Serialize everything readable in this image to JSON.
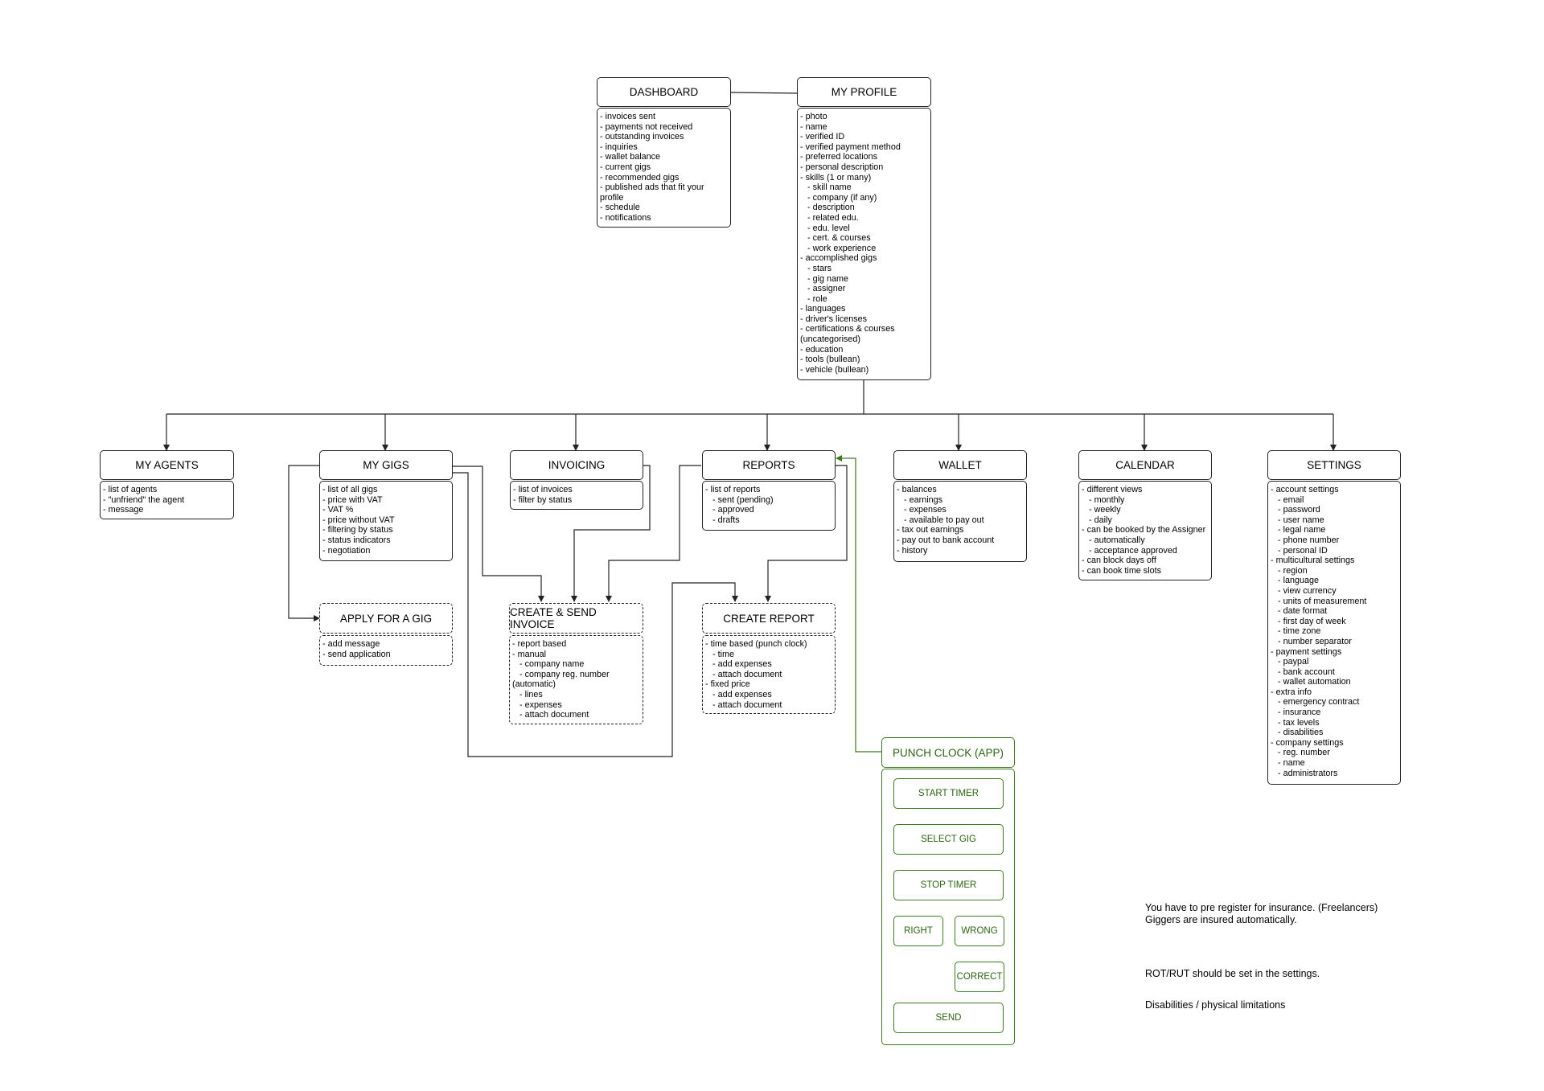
{
  "nodes": {
    "dashboard": {
      "title": "DASHBOARD",
      "items": [
        "- invoices sent",
        "- payments not received",
        "- outstanding invoices",
        "- inquiries",
        "- wallet balance",
        "- current gigs",
        "- recommended gigs",
        "- published ads that fit your",
        "profile",
        "- schedule",
        "- notifications"
      ]
    },
    "my_profile": {
      "title": "MY PROFILE",
      "items": [
        "- photo",
        "- name",
        "- verified ID",
        "- verified payment method",
        "- preferred locations",
        "- personal description",
        "- skills (1 or many)",
        "   - skill name",
        "   - company (if any)",
        "   - description",
        "   - related edu.",
        "   - edu. level",
        "   - cert. & courses",
        "   - work experience",
        "- accomplished gigs",
        "   - stars",
        "   - gig name",
        "   - assigner",
        "   - role",
        "- languages",
        "- driver's licenses",
        "- certifications & courses",
        "(uncategorised)",
        "- education",
        "- tools (bullean)",
        "- vehicle (bullean)"
      ]
    },
    "my_agents": {
      "title": "MY AGENTS",
      "items": [
        "- list of agents",
        "- \"unfriend\" the agent",
        "- message"
      ]
    },
    "my_gigs": {
      "title": "MY GIGS",
      "items": [
        "- list of all gigs",
        "- price with VAT",
        "- VAT %",
        "- price without VAT",
        "- filtering by status",
        "- status indicators",
        "- negotiation"
      ]
    },
    "invoicing": {
      "title": "INVOICING",
      "items": [
        "- list of invoices",
        "- filter by status"
      ]
    },
    "reports": {
      "title": "REPORTS",
      "items": [
        "- list of reports",
        "   - sent (pending)",
        "   - approved",
        "   - drafts"
      ]
    },
    "wallet": {
      "title": "WALLET",
      "items": [
        "- balances",
        "   - earnings",
        "   - expenses",
        "   - available to pay out",
        "- tax out earnings",
        "- pay out to bank account",
        "- history"
      ]
    },
    "calendar": {
      "title": "CALENDAR",
      "items": [
        "- different views",
        "   - monthly",
        "   - weekly",
        "   - daily",
        "- can be booked by the Assigner",
        "   - automatically",
        "   - acceptance approved",
        "- can block days off",
        "- can book time slots"
      ]
    },
    "settings": {
      "title": "SETTINGS",
      "items": [
        "- account settings",
        "   - email",
        "   - password",
        "   - user name",
        "   - legal name",
        "   - phone number",
        "   - personal ID",
        "- multicultural settings",
        "   - region",
        "   - language",
        "   - view currency",
        "   - units of measurement",
        "   - date format",
        "   - first day of week",
        "   - time zone",
        "   - number separator",
        "- payment settings",
        "   - paypal",
        "   - bank account",
        "   - wallet automation",
        "- extra info",
        "   - emergency contract",
        "   - insurance",
        "   - tax levels",
        "   - disabilities",
        "- company settings",
        "   - reg. number",
        "   - name",
        "   - administrators"
      ]
    },
    "apply_for_a_gig": {
      "title": "APPLY FOR A GIG",
      "items": [
        "- add message",
        "- send application"
      ]
    },
    "create_send_invoice": {
      "title": "CREATE & SEND INVOICE",
      "items": [
        "- report based",
        "- manual",
        "   - company name",
        "   - company reg. number",
        "(automatic)",
        "   - lines",
        "   - expenses",
        "   - attach document"
      ]
    },
    "create_report": {
      "title": "CREATE REPORT",
      "items": [
        "- time based (punch clock)",
        "   - time",
        "   - add expenses",
        "   - attach document",
        "- fixed price",
        "   - add expenses",
        "   - attach document"
      ]
    },
    "punch_clock": {
      "title": "PUNCH CLOCK (APP)"
    }
  },
  "punch_clock_steps": {
    "start_timer": "START TIMER",
    "select_gig": "SELECT GIG",
    "stop_timer": "STOP TIMER",
    "right": "RIGHT",
    "wrong": "WRONG",
    "correct": "CORRECT",
    "send": "SEND"
  },
  "notes": {
    "insurance": "You have to pre register for insurance. (Freelancers)\nGiggers are insured automatically.",
    "rot_rut": "ROT/RUT should be set in the settings.",
    "disabilities": "Disabilities / physical limitations"
  },
  "colors": {
    "line": "#222222",
    "green": "#3d7a1c",
    "green_text": "#2a6410"
  }
}
